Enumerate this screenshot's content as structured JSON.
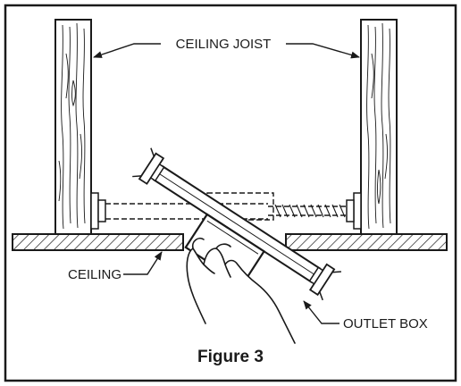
{
  "labels": {
    "ceiling_joist": "CEILING JOIST",
    "ceiling": "CEILING",
    "outlet_box": "OUTLET BOX"
  },
  "caption": "Figure 3",
  "colors": {
    "line": "#1a1a1a",
    "background": "#ffffff"
  }
}
